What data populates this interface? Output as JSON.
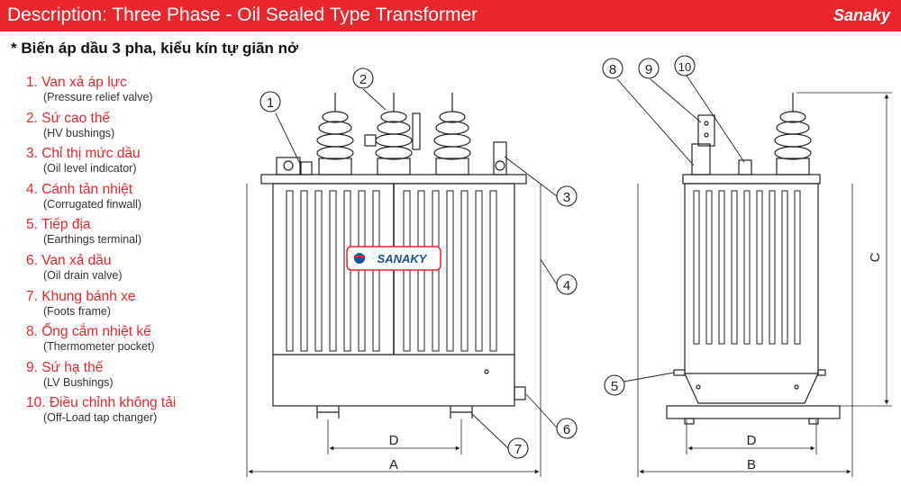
{
  "header": {
    "title": "Description: Three Phase - Oil Sealed Type Transformer",
    "brand": "Sanaky"
  },
  "subtitle": "* Biến áp dầu 3 pha, kiểu kín tự giãn nở",
  "legend": [
    {
      "label": "1. Van xả áp lực",
      "sub": "(Pressure relief valve)"
    },
    {
      "label": "2. Sứ cao thế",
      "sub": "(HV bushings)"
    },
    {
      "label": "3. Chỉ thị mức dầu",
      "sub": "(Oil level indicator)"
    },
    {
      "label": "4. Cánh tản nhiệt",
      "sub": "(Corrugated finwall)"
    },
    {
      "label": "5. Tiếp địa",
      "sub": "(Earthings  terminal)"
    },
    {
      "label": "6. Van xả dầu",
      "sub": "(Oil drain valve)"
    },
    {
      "label": "7. Khung bánh xe",
      "sub": "(Foots frame)"
    },
    {
      "label": "8. Ống cắm nhiệt kế",
      "sub": "(Thermometer pocket)"
    },
    {
      "label": "9. Sứ hạ thế",
      "sub": "(LV Bushings)"
    },
    {
      "label": "10. Điều chỉnh không tải",
      "sub": "(Off-Load tap changer)"
    }
  ],
  "callouts": {
    "c1": "1",
    "c2": "2",
    "c3": "3",
    "c4": "4",
    "c5": "5",
    "c6": "6",
    "c7": "7",
    "c8": "8",
    "c9": "9",
    "c10": "10"
  },
  "dimensions": {
    "front_d": "D",
    "front_a": "A",
    "side_d": "D",
    "side_b": "B",
    "side_c": "C"
  },
  "logo_text": "SANAKY",
  "colors": {
    "accent": "#e8262b",
    "line": "#222222"
  }
}
